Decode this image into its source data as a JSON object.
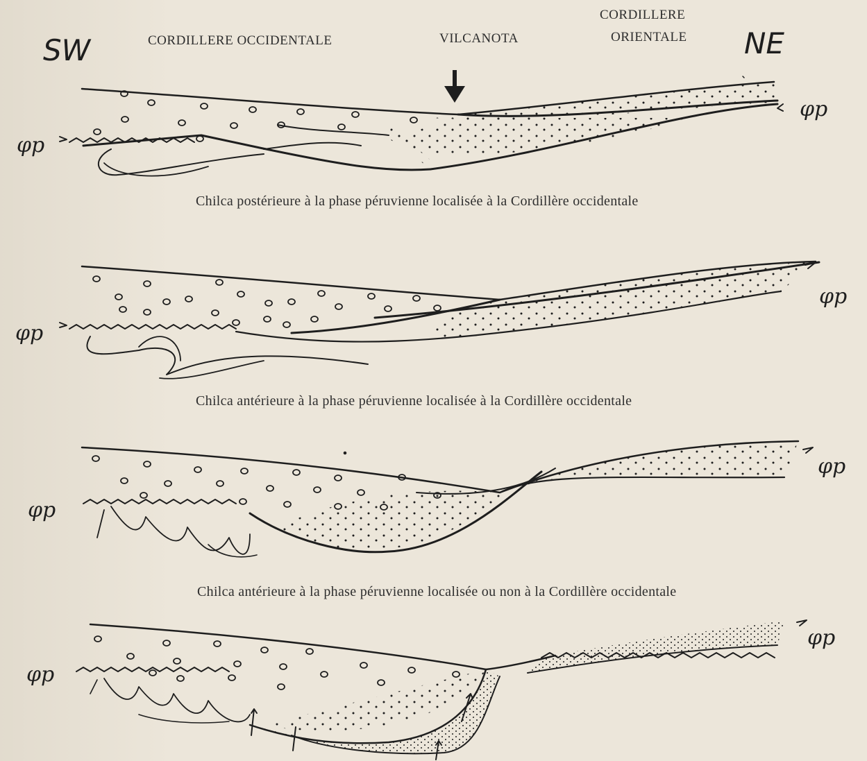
{
  "header": {
    "sw": "SW",
    "occidentale": "CORDILLERE OCCIDENTALE",
    "vilcanota": "VILCANOTA",
    "orientale_line1": "CORDILLERE",
    "orientale_line2": "ORIENTALE",
    "ne": "NE"
  },
  "phi_label": "φp",
  "captions": [
    "Chilca postérieure à la phase péruvienne localisée à la Cordillère occidentale",
    "Chilca antérieure à la phase péruvienne localisée à la Cordillère occidentale",
    "Chilca antérieure à la phase péruvienne localisée ou non à la Cordillère occidentale"
  ],
  "colors": {
    "ink": "#1e1e1e",
    "paper": "#ece6da"
  }
}
